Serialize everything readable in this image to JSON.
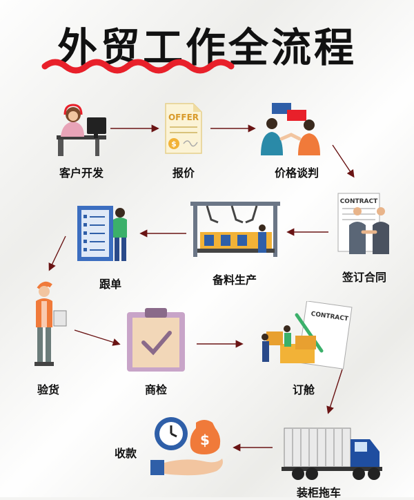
{
  "title": "外贸工作全流程",
  "steps": [
    {
      "label": "客户开发",
      "icon": "customer-service-icon"
    },
    {
      "label": "报价",
      "icon": "offer-document-icon"
    },
    {
      "label": "价格谈判",
      "icon": "negotiation-icon"
    },
    {
      "label": "签订合同",
      "icon": "contract-handshake-icon"
    },
    {
      "label": "备料生产",
      "icon": "factory-production-icon"
    },
    {
      "label": "跟单",
      "icon": "checklist-worker-icon"
    },
    {
      "label": "验货",
      "icon": "inspector-icon"
    },
    {
      "label": "商检",
      "icon": "clipboard-check-icon"
    },
    {
      "label": "订舱",
      "icon": "booking-contract-icon"
    },
    {
      "label": "装柜拖车",
      "icon": "container-truck-icon"
    },
    {
      "label": "收款",
      "icon": "payment-icon"
    }
  ],
  "icon_text": {
    "offer": "OFFER",
    "contract_a": "CONTRACT",
    "contract_b": "CONTRACT"
  },
  "colors": {
    "squiggle": "#e8202a",
    "arrow": "#6a1414",
    "accent_blue": "#2f5fa8",
    "accent_orange": "#f07a3a"
  }
}
